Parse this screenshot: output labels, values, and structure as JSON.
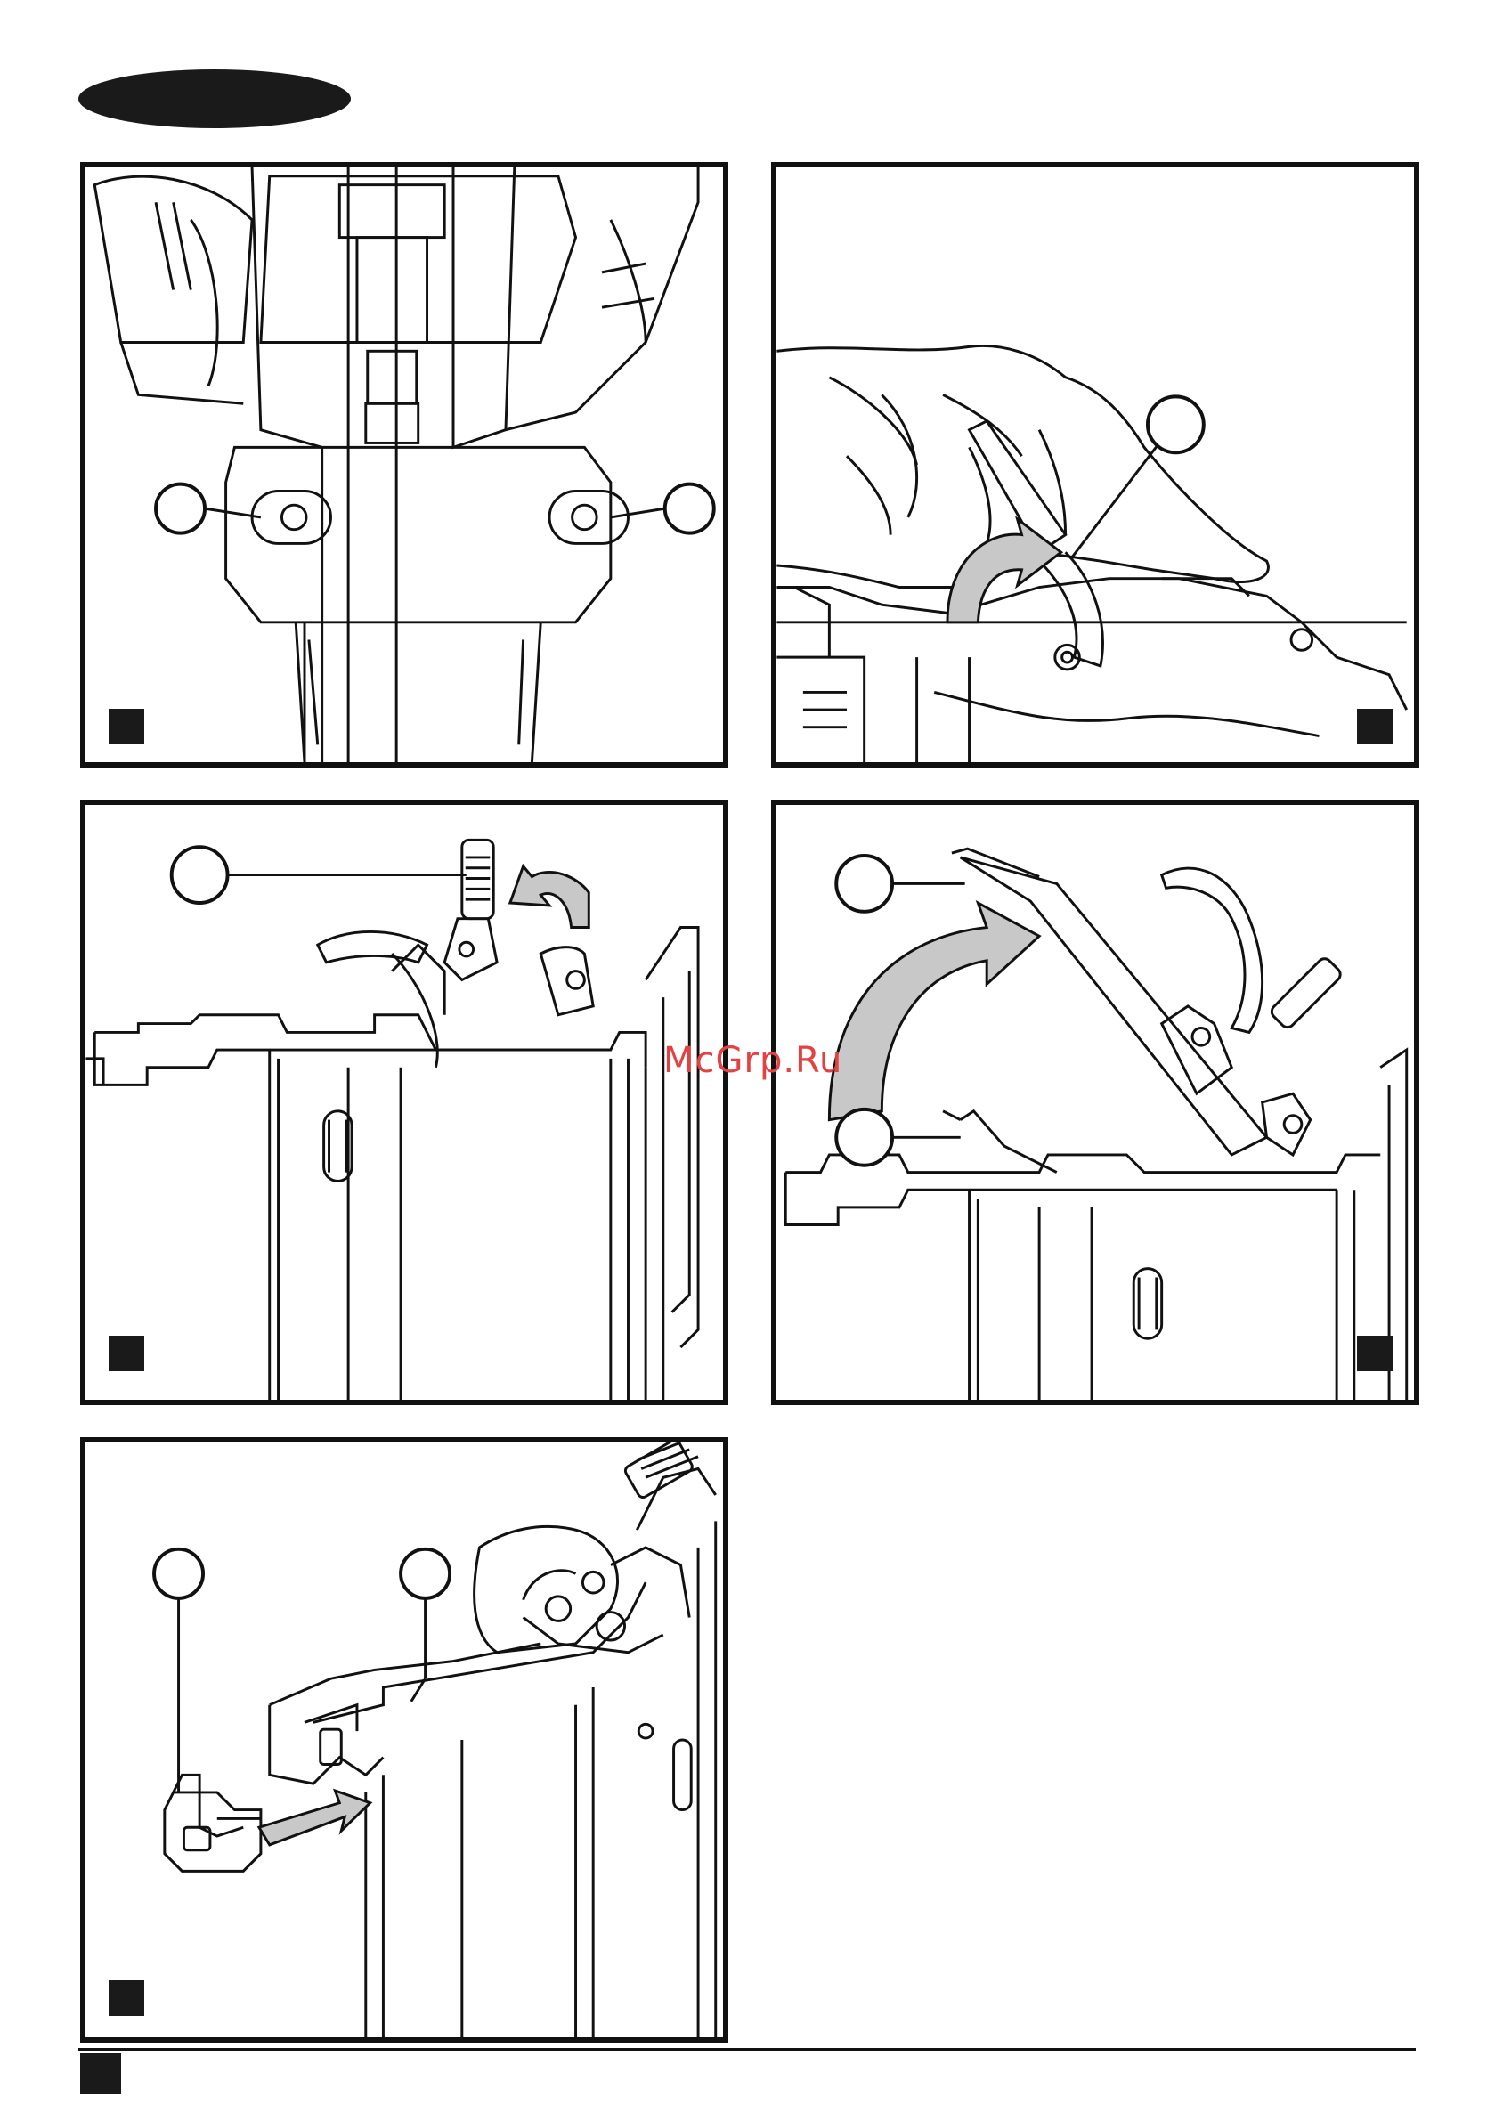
{
  "page": {
    "watermark": "McGrp.Ru",
    "colors": {
      "ink": "#111111",
      "arrow_fill": "#c8c8c8",
      "watermark": "#e34242"
    }
  },
  "figures": [
    {
      "id": "fig-a",
      "callouts": 2,
      "content": "nailer-nose-front-view"
    },
    {
      "id": "fig-b",
      "callouts": 1,
      "content": "hand-pressing-latch"
    },
    {
      "id": "fig-c",
      "callouts": 1,
      "content": "magazine-latch-closed"
    },
    {
      "id": "fig-d",
      "callouts": 2,
      "content": "magazine-latch-open"
    },
    {
      "id": "fig-e",
      "callouts": 2,
      "content": "nose-tip-installation"
    }
  ]
}
